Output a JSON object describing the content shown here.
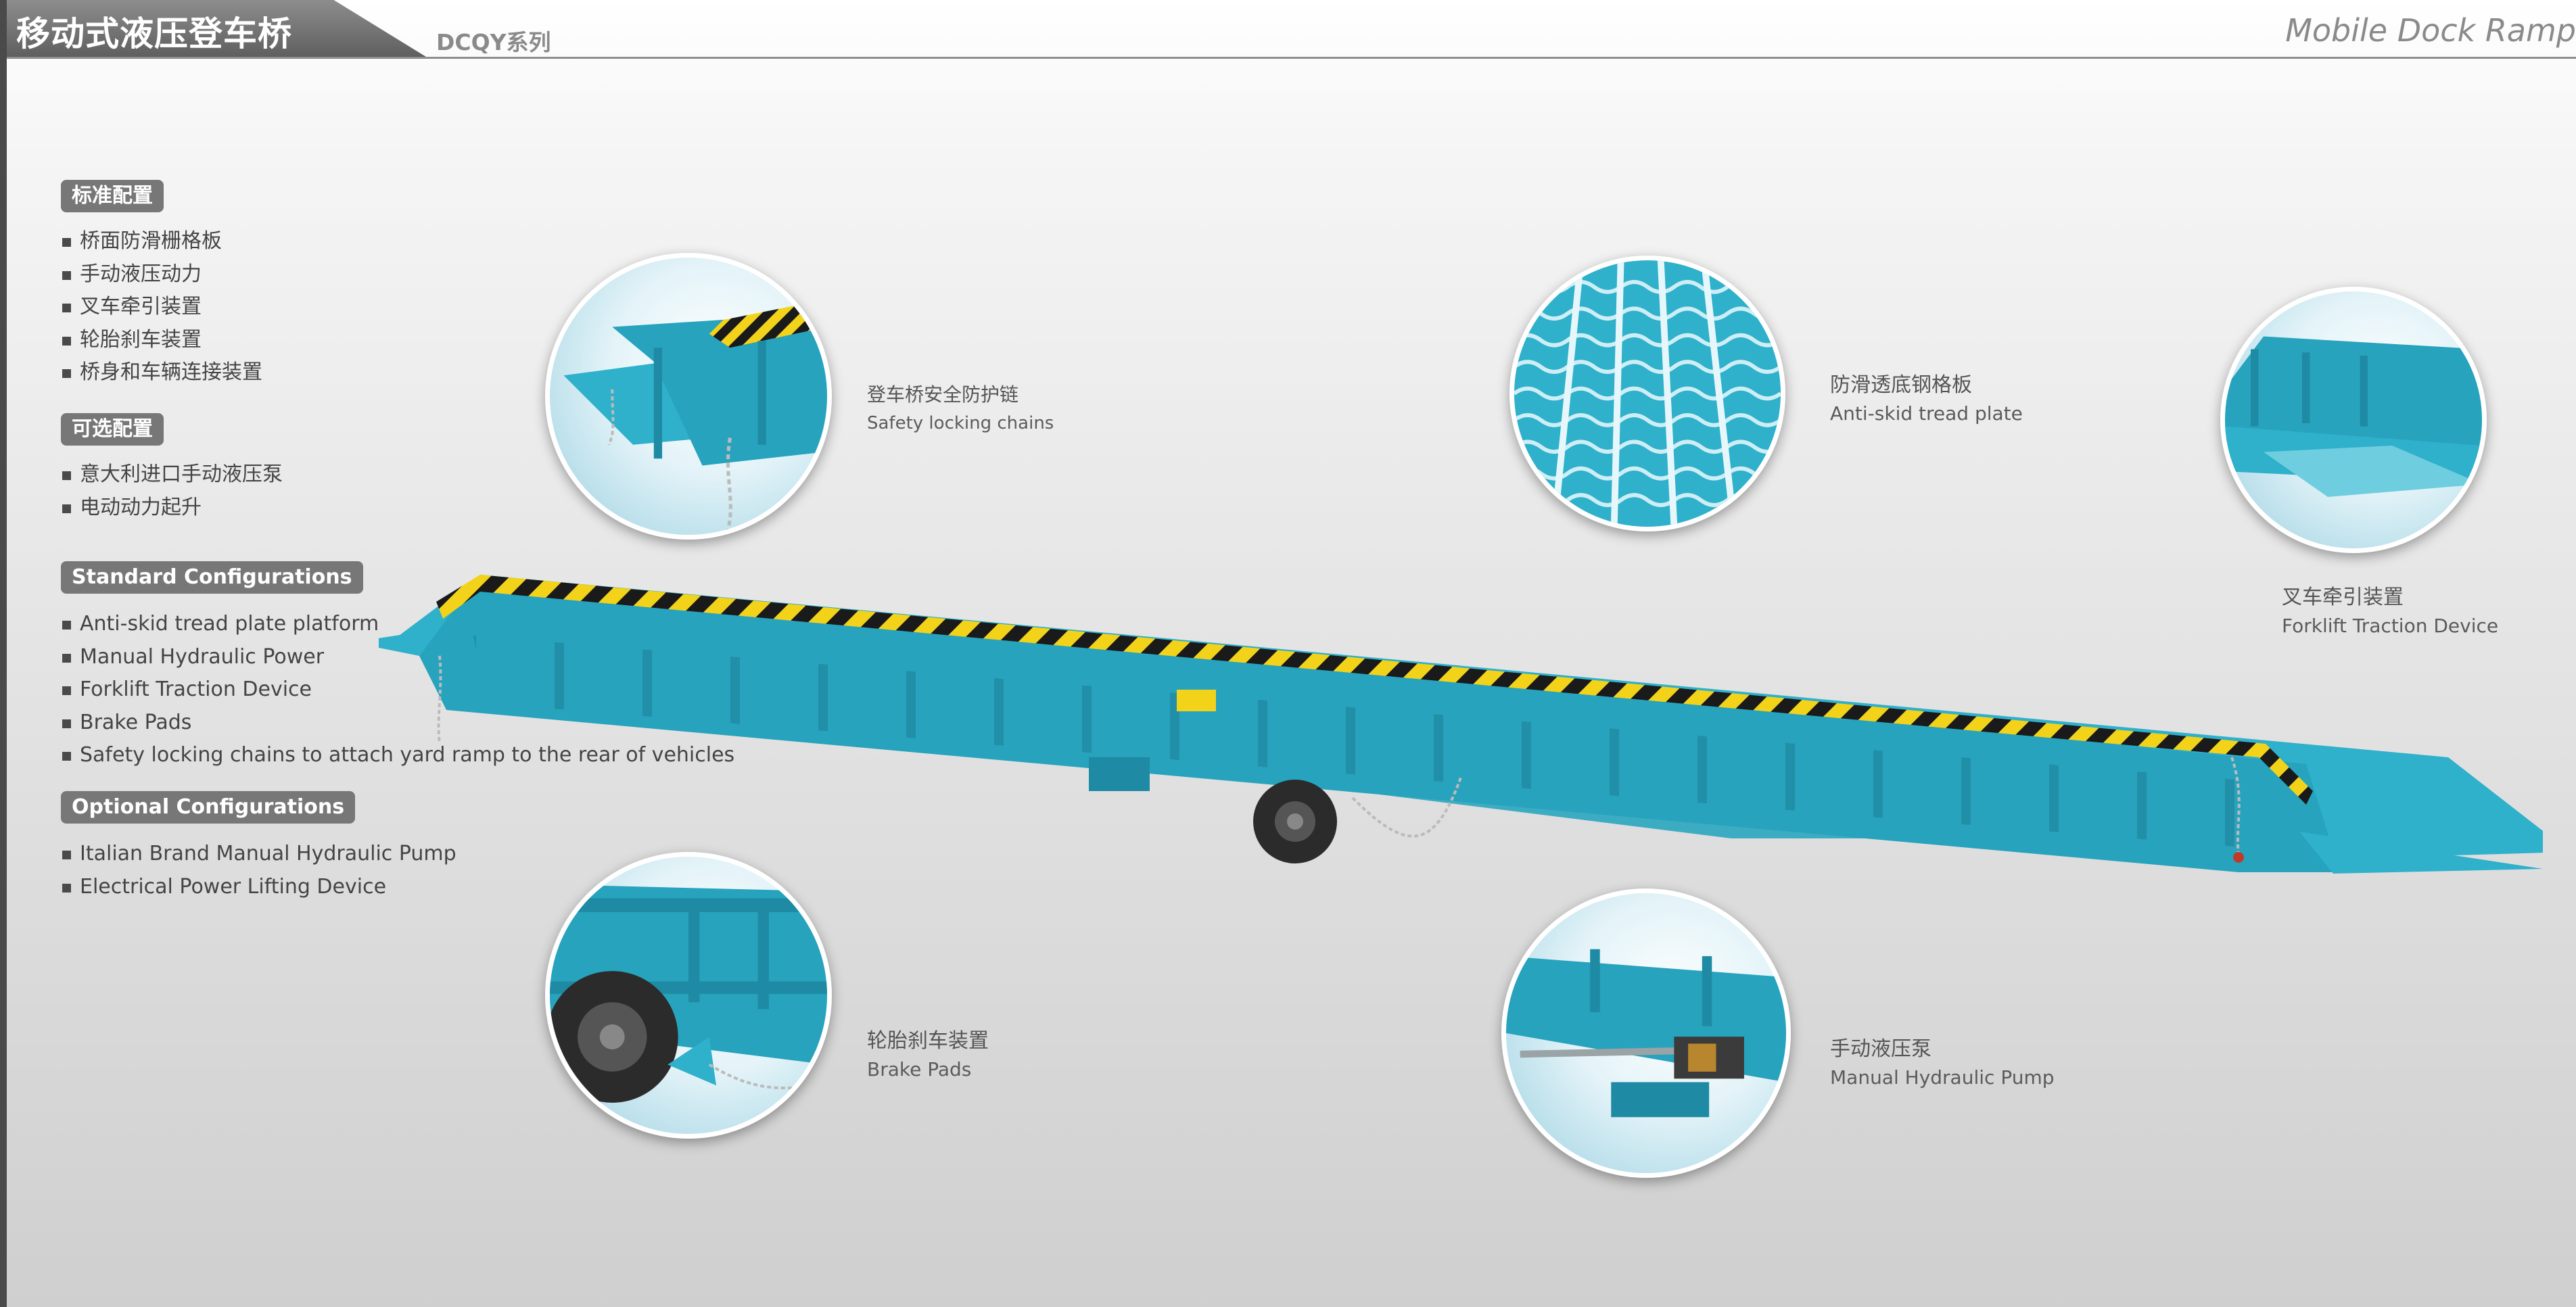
{
  "header": {
    "title_zh": "移动式液压登车桥",
    "series": "DCQY系列",
    "title_en": "Mobile Dock Ramp"
  },
  "standard_zh": {
    "heading": "标准配置",
    "items": [
      "桥面防滑栅格板",
      "手动液压动力",
      "叉车牵引装置",
      "轮胎刹车装置",
      "桥身和车辆连接装置"
    ]
  },
  "optional_zh": {
    "heading": "可选配置",
    "items": [
      "意大利进口手动液压泵",
      "电动动力起升"
    ]
  },
  "standard_en": {
    "heading": "Standard Configurations",
    "items": [
      "Anti-skid tread plate platform",
      "Manual Hydraulic Power",
      "Forklift Traction Device",
      "Brake Pads",
      "Safety locking chains to attach yard ramp to the rear of vehicles"
    ]
  },
  "optional_en": {
    "heading": "Optional Configurations",
    "items": [
      "Italian Brand Manual Hydraulic Pump",
      "Electrical Power Lifting Device"
    ]
  },
  "callouts": {
    "safety_chains": {
      "zh": "登车桥安全防护链",
      "en": "Safety locking chains"
    },
    "tread_plate": {
      "zh": "防滑透底钢格板",
      "en": "Anti-skid tread plate"
    },
    "forklift": {
      "zh": "叉车牵引装置",
      "en": "Forklift Traction Device"
    },
    "brake": {
      "zh": "轮胎刹车装置",
      "en": "Brake Pads"
    },
    "pump": {
      "zh": "手动液压泵",
      "en": "Manual Hydraulic Pump"
    }
  },
  "colors": {
    "ramp_blue": "#27a3bd",
    "hazard_yellow": "#f3d21a",
    "hazard_black": "#1a1a1a",
    "badge_gray": "#777777"
  }
}
